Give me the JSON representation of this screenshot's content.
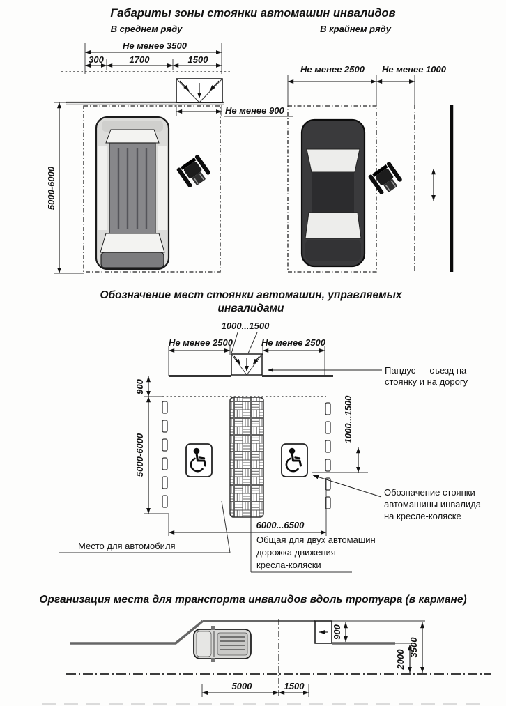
{
  "colors": {
    "ink": "#111111",
    "paper": "#fdfdfc",
    "car_dark": "#3a3a3c",
    "car_light": "#d8d8d6",
    "curb_gray": "#666666"
  },
  "icons": {
    "accessible-parking-sign": "wheelchair-symbol-front-view",
    "wheelchair-user": "wheelchair-top-view",
    "curb-ramp": "rectangle-with-slope-arrows",
    "direction-arrow": "double-headed-vertical-arrow"
  },
  "section1": {
    "title": "Габариты зоны стоянки автомашин инвалидов",
    "left": {
      "subtitle": "В среднем ряду",
      "dim_total": "Не менее 3500",
      "dim_a": "300",
      "dim_b": "1700",
      "dim_c": "1500",
      "dim_depth": "5000-6000",
      "dim_ramp": "Не менее 900"
    },
    "right": {
      "subtitle": "В крайнем ряду",
      "dim_width": "Не менее 2500",
      "dim_gap": "Не менее 1000"
    }
  },
  "section2": {
    "title_line1": "Обозначение мест стоянки автомашин, управляемых",
    "title_line2": "инвалидами",
    "dim_ramp_width": "1000...1500",
    "dim_left_spot": "Не менее 2500",
    "dim_right_spot": "Не менее 2500",
    "dim_sidewalk": "900",
    "dim_depth": "5000-6000",
    "dim_sign_offset": "1000...1500",
    "dim_total_width": "6000...6500",
    "label_ramp_line1": "Пандус — съезд на",
    "label_ramp_line2": "стоянку и на дорогу",
    "label_sign_line1": "Обозначение стоянки",
    "label_sign_line2": "автомашины инвалида",
    "label_sign_line3": "на кресле-коляске",
    "label_car_space": "Место для автомобиля",
    "label_path_line1": "Общая для двух автомашин",
    "label_path_line2": "дорожка движения",
    "label_path_line3": "кресла-коляски"
  },
  "section3": {
    "title": "Организация места для транспорта инвалидов вдоль тротуара (в кармане)",
    "dim_pocket_depth": "900",
    "dim_road_half": "2000",
    "dim_total_depth": "3500",
    "dim_length": "5000",
    "dim_taper": "1500"
  }
}
